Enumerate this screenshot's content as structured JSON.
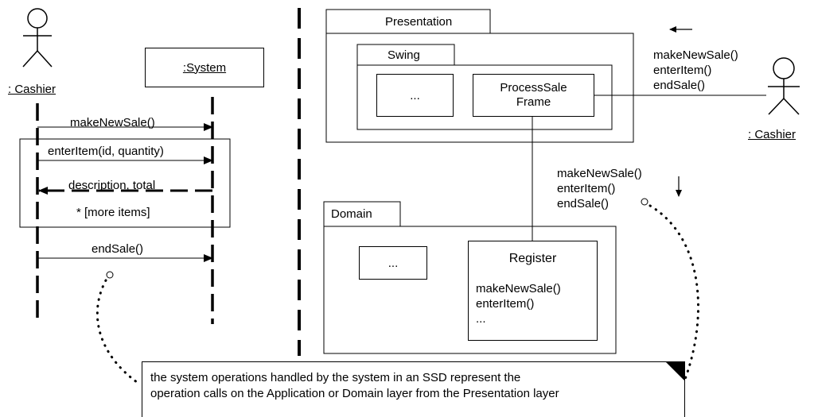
{
  "ssd": {
    "actor": ": Cashier",
    "system": ":System",
    "messages": {
      "make_new_sale": "makeNewSale()",
      "enter_item": "enterItem(id, quantity)",
      "return_value": "description, total",
      "loop_guard": "* [more items]",
      "end_sale": "endSale()"
    }
  },
  "layers": {
    "presentation": {
      "tab": "Presentation",
      "swing": {
        "tab": "Swing",
        "placeholder": "...",
        "frame_line1": "ProcessSale",
        "frame_line2": "Frame"
      }
    },
    "domain": {
      "tab": "Domain",
      "placeholder": "...",
      "register": {
        "title": "Register",
        "ops": [
          "makeNewSale()",
          "enterItem()",
          "..."
        ]
      }
    }
  },
  "right_actor": {
    "name": ": Cashier",
    "calls": [
      "makeNewSale()",
      "enterItem()",
      "endSale()"
    ]
  },
  "middle_calls": [
    "makeNewSale()",
    "enterItem()",
    "endSale()"
  ],
  "note": {
    "line1": "the system operations handled by the system in an SSD represent the",
    "line2": "operation calls on the Application or Domain layer from the Presentation layer"
  }
}
